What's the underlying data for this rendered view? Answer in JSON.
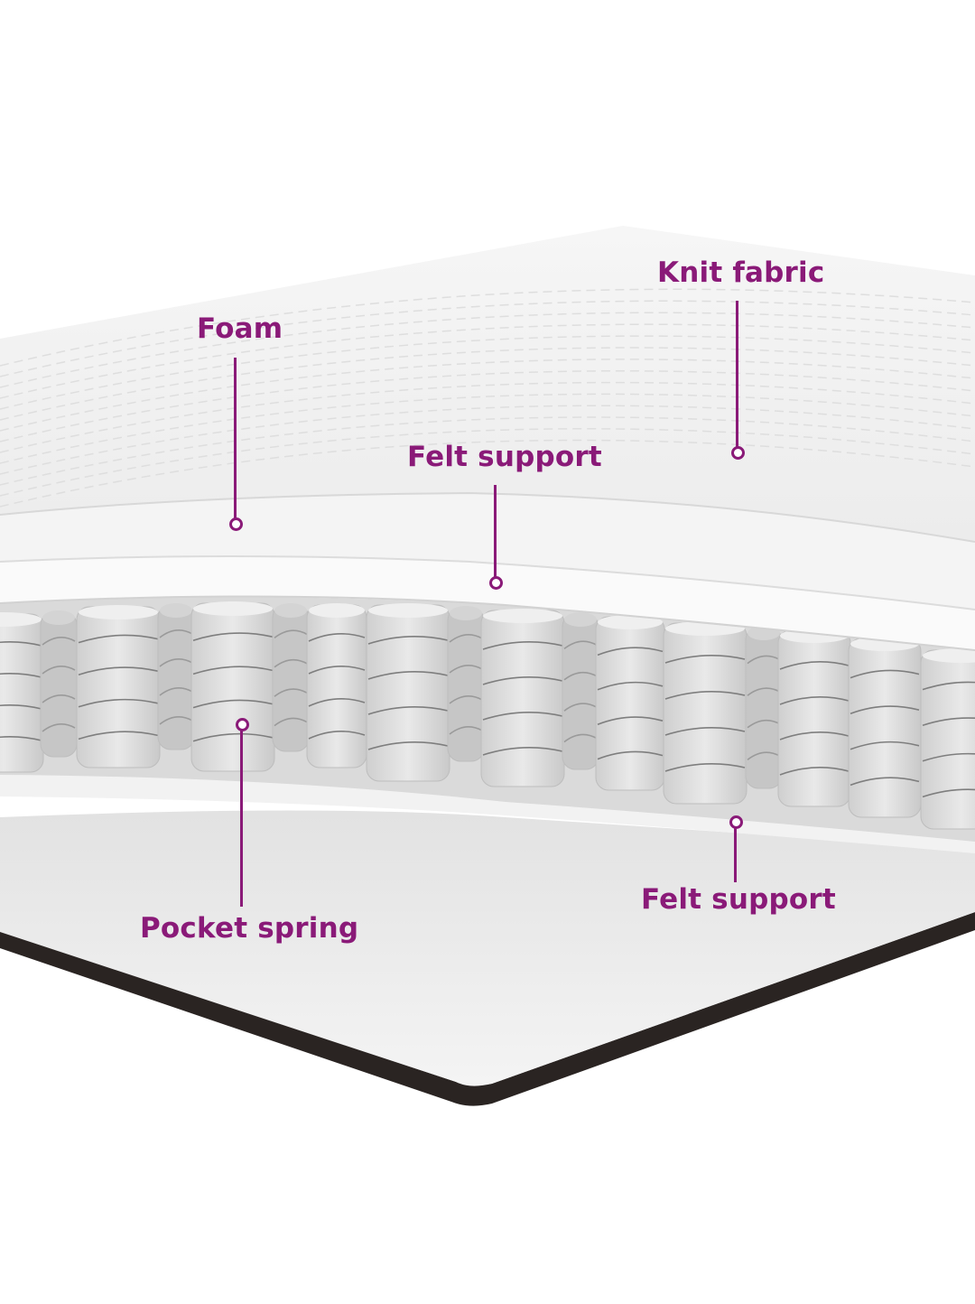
{
  "accent_color": "#8a1a78",
  "callouts": {
    "knit_fabric": "Knit fabric",
    "foam": "Foam",
    "felt_support_top": "Felt support",
    "pocket_spring": "Pocket spring",
    "felt_support_bottom": "Felt support"
  },
  "icons": {
    "mattress": "mattress-cross-section-illustration"
  }
}
